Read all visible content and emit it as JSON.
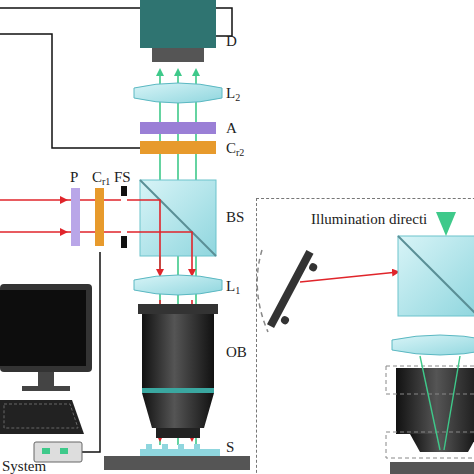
{
  "diagram": {
    "nodes": [
      {
        "text": [
          "Illumination directi"
        ]
      }
    ],
    "labels": [
      "D",
      "L2",
      "A",
      "Cr2",
      "BS",
      "L1",
      "OB",
      "S",
      "P",
      "Cr1",
      "FS",
      "System"
    ]
  }
}
